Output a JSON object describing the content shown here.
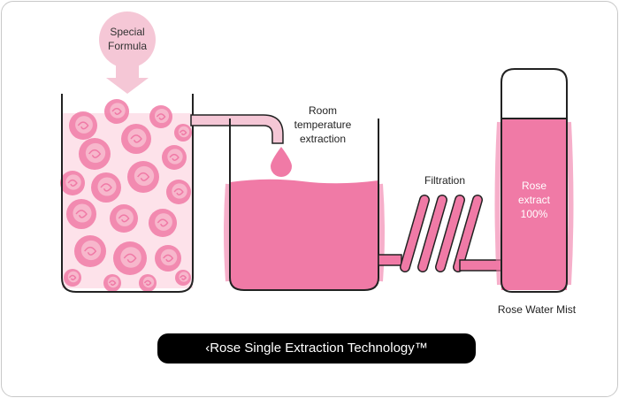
{
  "diagram": {
    "badge_text": "Special\nFormula",
    "room_label": "Room\ntemperature\nextraction",
    "filtration_label": "Filtration",
    "extract_label": "Rose\nextract\n100%",
    "mist_label": "Rose Water Mist",
    "banner_text": "‹Rose Single Extraction Technology™",
    "colors": {
      "rose_pink": "#f07aa6",
      "rose_light": "#f7b7cc",
      "rose_pale": "#fde2ea",
      "outline": "#222222",
      "banner_bg": "#000000"
    }
  }
}
